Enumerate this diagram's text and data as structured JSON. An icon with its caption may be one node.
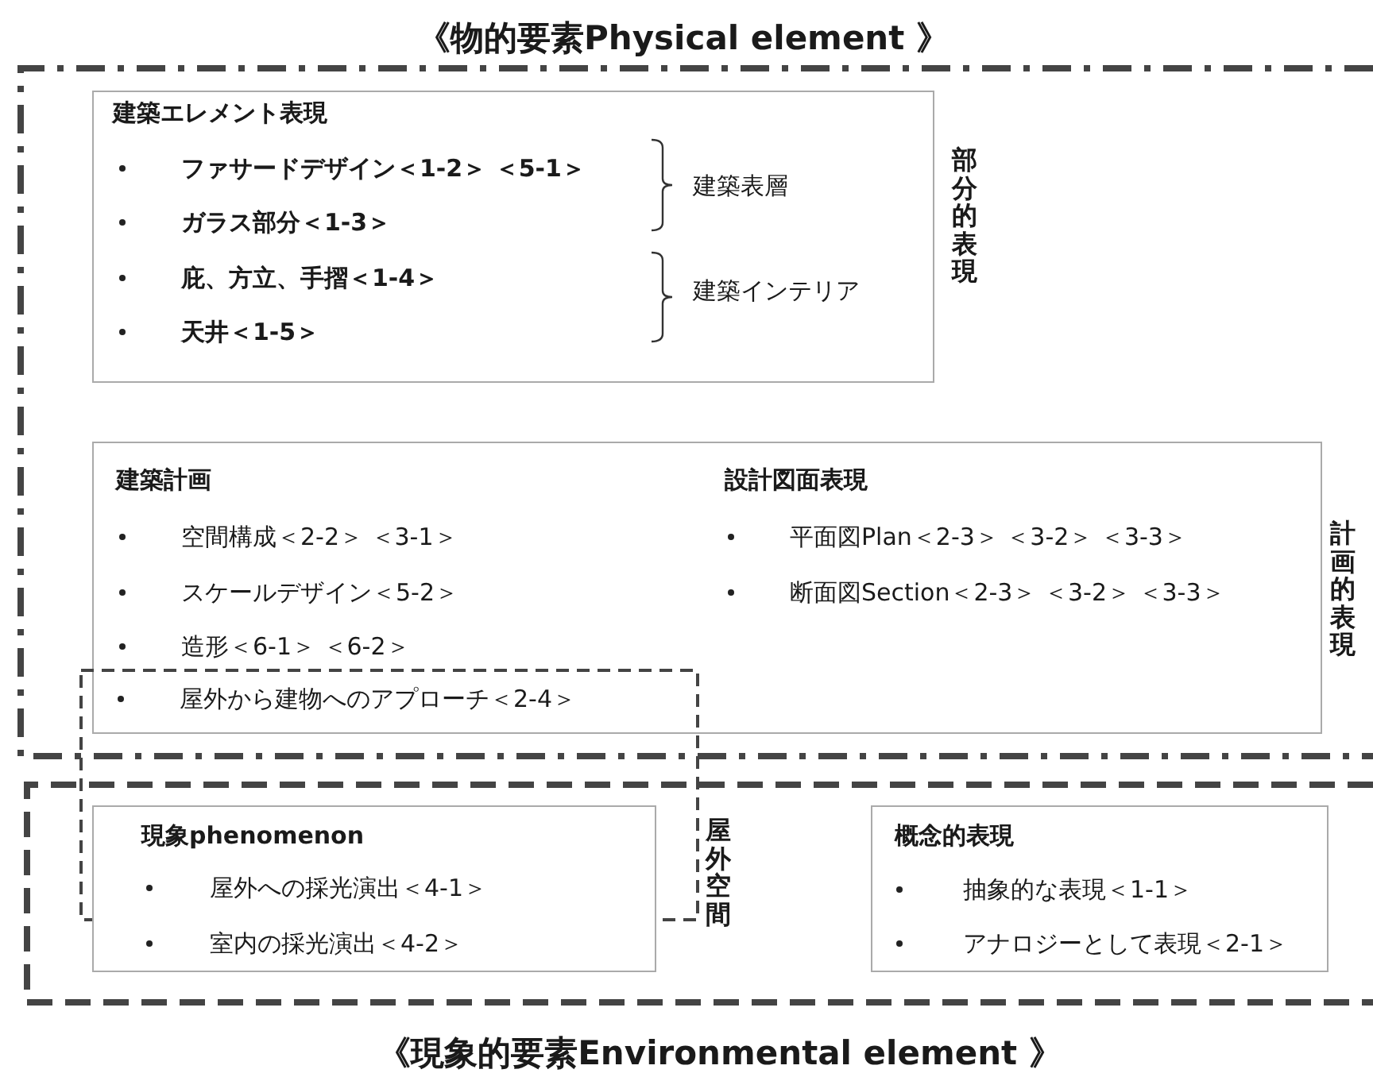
{
  "diagram": {
    "nodes": [
      {
        "text": [
          "《物的要素Physical element 》"
        ]
      },
      {
        "text": [
          "建築エレメント表現",
          "ファサードデザイン＜1-2＞ ＜5-1＞",
          "ガラス部分＜1-3＞",
          "庇、方立、手摺＜1-4＞",
          "天井＜1-5＞",
          "建築表層",
          "建築インテリア"
        ],
        "in": 0,
        "beside": [
          "部分的表現"
        ]
      },
      {
        "text": [
          "建築計画",
          "空間構成＜2-2＞ ＜3-1＞",
          "スケールデザイン＜5-2＞",
          "造形＜6-1＞ ＜6-2＞",
          "設計図面表現",
          "平面図Plan＜2-3＞ ＜3-2＞ ＜3-3＞",
          "断面図Section＜2-3＞ ＜3-2＞ ＜3-3＞"
        ],
        "in": 0,
        "beside": [
          "計画的表現"
        ]
      },
      {
        "text": [
          "屋外から建物へのアプローチ＜2-4＞"
        ]
      },
      {
        "text": [
          "屋外空間",
          "《現象的要素Environmental element 》"
        ]
      },
      {
        "text": [
          "現象phenomenon",
          "屋外への採光演出＜4-1＞",
          "室内の採光演出＜4-2＞"
        ],
        "in": 4
      },
      {
        "text": [
          "概念的表現",
          "抽象的な表現＜1-1＞",
          "アナロジーとして表現＜2-1＞"
        ],
        "in": 4
      }
    ]
  }
}
